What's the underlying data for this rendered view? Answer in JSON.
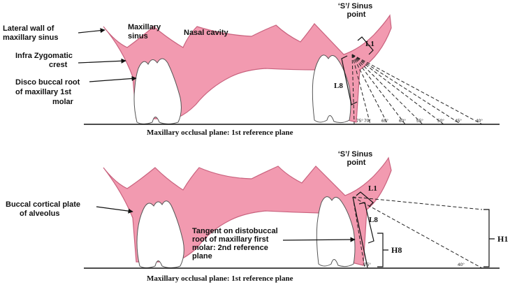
{
  "panel_top": {
    "labels": {
      "lateral_wall": [
        "Lateral wall of",
        "maxillary sinus"
      ],
      "maxillary_sinus": [
        "Maxillary",
        "sinus"
      ],
      "nasal_cavity": "Nasal cavity",
      "infra_zygomatic": [
        "Infra Zygomatic",
        "crest"
      ],
      "disco_buccal": [
        "Disco buccal root",
        "of maxillary 1st",
        "molar"
      ],
      "sinus_point": [
        "‘S’/ Sinus",
        "point"
      ],
      "l1": "L1",
      "l8": "L8",
      "plane_caption": "Maxillary occlusal plane: 1st reference plane"
    },
    "angles": [
      "75°",
      "70°",
      "65°",
      "60°",
      "55°",
      "50°",
      "45°",
      "40°"
    ]
  },
  "panel_bottom": {
    "labels": {
      "buccal_cortical": [
        "Buccal cortical plate",
        "of alveolus"
      ],
      "tangent": [
        "Tangent on distobuccal",
        "root of maxillary first",
        "molar: 2nd reference",
        "plane"
      ],
      "sinus_point": [
        "‘S’/ Sinus",
        "point"
      ],
      "l1": "L1",
      "l8": "L8",
      "h8": "H8",
      "h1": "H1",
      "angle_75": "75°",
      "angle_40": "40°",
      "plane_caption": "Maxillary occlusal plane: 1st reference plane"
    }
  },
  "colors": {
    "bone": "#f29ab0",
    "bone_outline": "#c9627e",
    "tooth": "#ffffff",
    "lines": "#111111"
  }
}
